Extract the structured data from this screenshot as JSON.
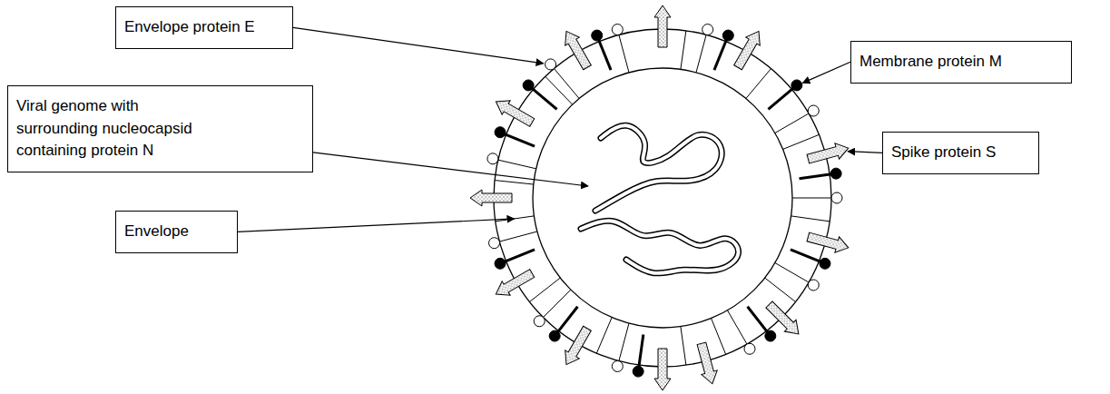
{
  "diagram": {
    "nodes": [
      {
        "text": [
          "Envelope protein E"
        ]
      },
      {
        "text": [
          "Membrane protein M"
        ]
      },
      {
        "text": [
          "Viral genome with surrounding nucleocapsid containing protein N"
        ]
      },
      {
        "text": [
          "Spike protein S"
        ]
      },
      {
        "text": [
          "Envelope"
        ]
      }
    ]
  }
}
